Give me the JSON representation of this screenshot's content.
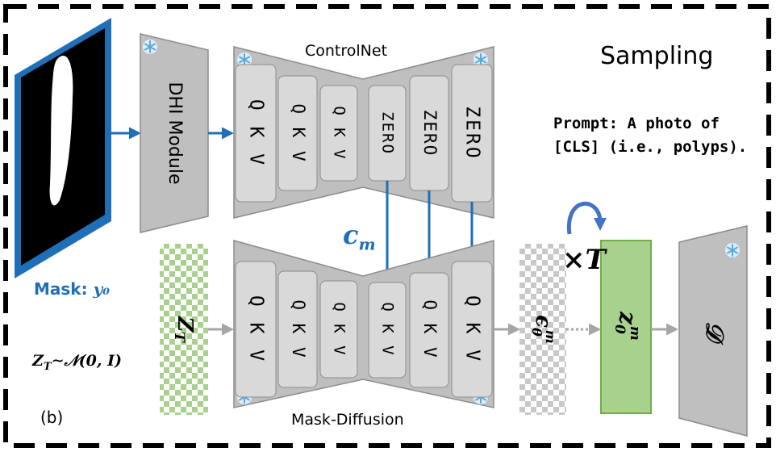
{
  "panel_label": "(b)",
  "title": "Sampling",
  "controlnet": {
    "label": "ControlNet",
    "encoder_blocks": [
      "Q K V",
      "Q K V",
      "Q K V"
    ],
    "zero_blocks": [
      "ZERO",
      "ZERO",
      "ZERO"
    ]
  },
  "mask_diffusion": {
    "label": "Mask-Diffusion",
    "blocks": [
      "Q K V",
      "Q K V",
      "Q K V",
      "Q K V",
      "Q K V",
      "Q K V"
    ]
  },
  "dhi_module": {
    "label": "DHI Module"
  },
  "prompt": {
    "line1": "Prompt: A photo of",
    "line2": "[CLS] (i.e., polyps)."
  },
  "mask": {
    "label_prefix": "Mask: ",
    "label_symbol": "y₀"
  },
  "latent_noise": {
    "symbol": "Z_T",
    "distribution": "Z_T∼𝒩(0, I)"
  },
  "condition": {
    "symbol": "c_m"
  },
  "noise_pred": {
    "symbol": "ε_θ^m"
  },
  "denoised": {
    "symbol": "z_0^m"
  },
  "loop": {
    "label": "×T"
  },
  "decoder": {
    "symbol": "𝒟"
  },
  "colors": {
    "accent_blue": "#1f6fb6",
    "block_fill": "#d9d9d9",
    "trapezoid_fill": "#bfbfbf",
    "latent_green": "#a9d18e",
    "denoised_fill": "#a9d18e",
    "checker_gray": "#bfbfbf"
  }
}
